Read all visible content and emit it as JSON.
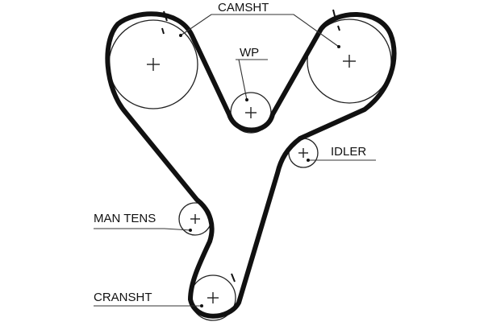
{
  "diagram": {
    "labels": {
      "camshaft": "CAMSHT",
      "water_pump": "WP",
      "idler": "IDLER",
      "manual_tensioner": "MAN TENS",
      "crankshaft": "CRANSHT"
    },
    "colors": {
      "belt": "#111111",
      "pulley": "#222222",
      "leader_line": "#333333",
      "background": "#ffffff"
    }
  }
}
